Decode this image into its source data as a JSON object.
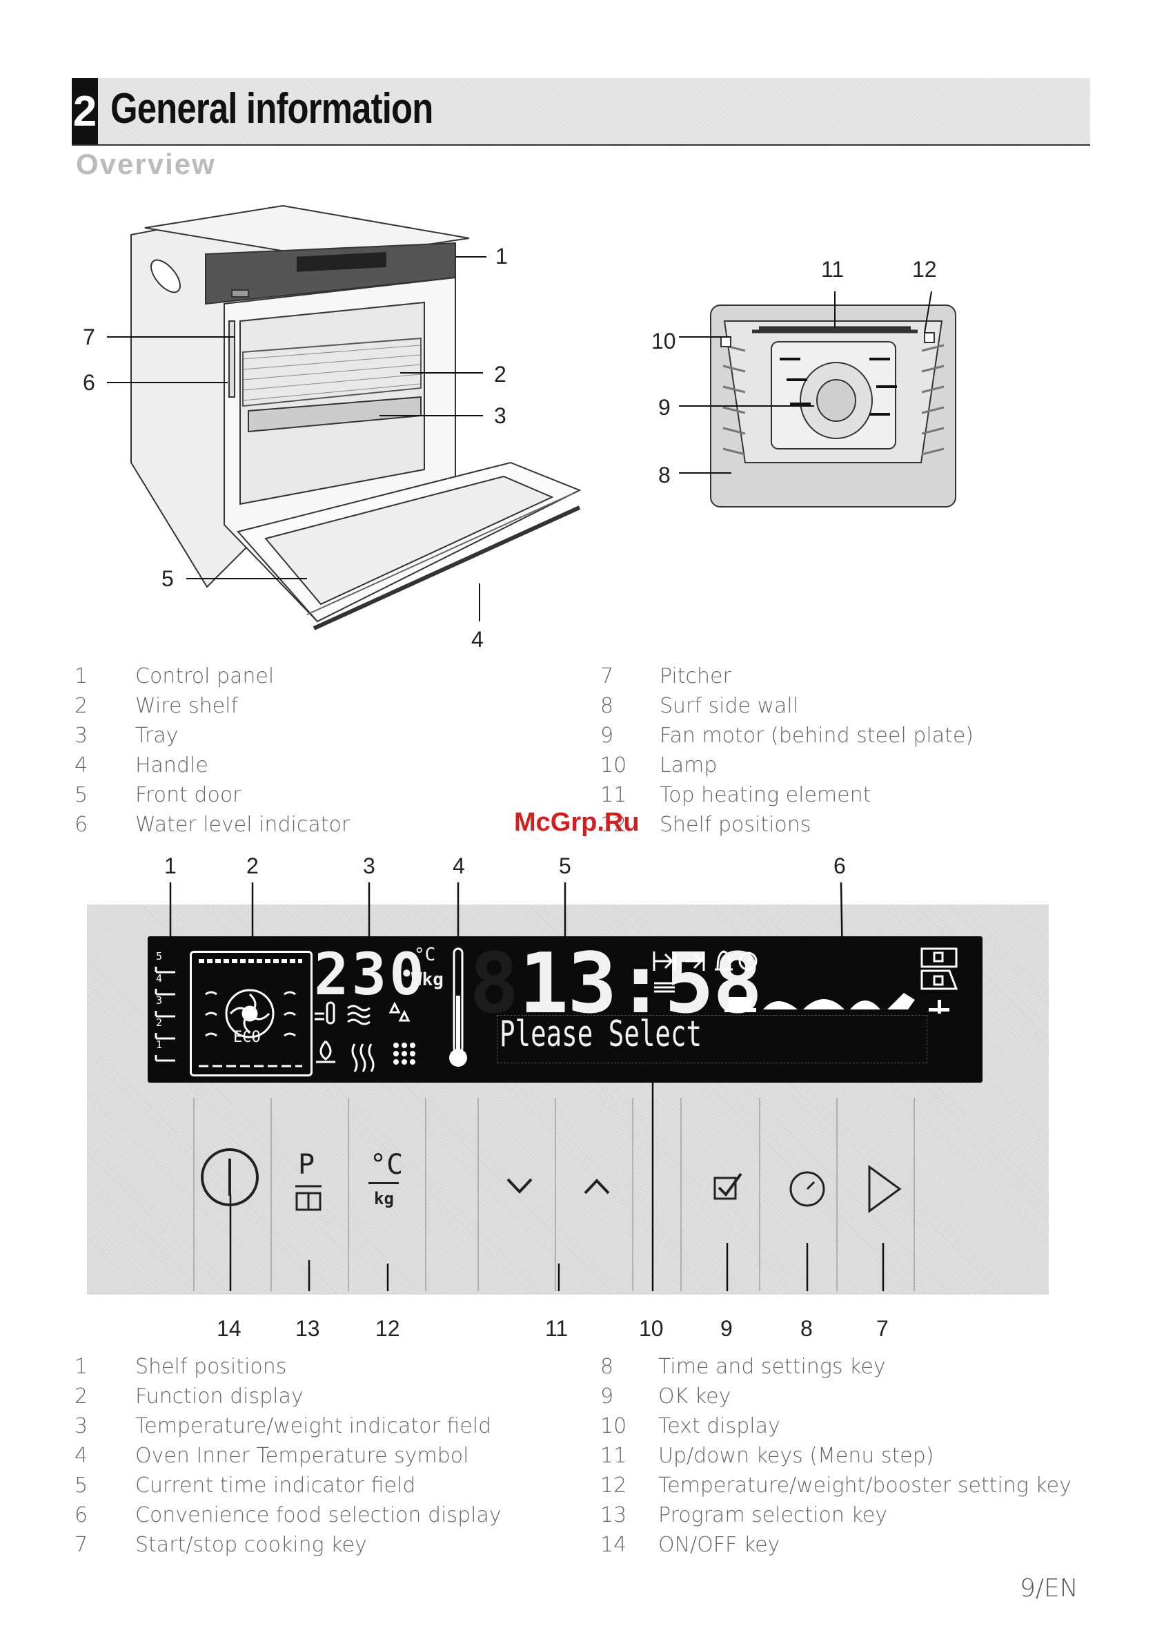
{
  "header": {
    "chapter_number": "2",
    "chapter_title": "General information",
    "section_title": "Overview"
  },
  "figure1": {
    "callouts": [
      "1",
      "2",
      "3",
      "4",
      "5",
      "6",
      "7"
    ]
  },
  "figure2": {
    "callouts": [
      "8",
      "9",
      "10",
      "11",
      "12"
    ]
  },
  "legend1": {
    "left": [
      {
        "num": "1",
        "text": "Control panel"
      },
      {
        "num": "2",
        "text": "Wire shelf"
      },
      {
        "num": "3",
        "text": "Tray"
      },
      {
        "num": "4",
        "text": "Handle"
      },
      {
        "num": "5",
        "text": "Front door"
      },
      {
        "num": "6",
        "text": "Water level indicator"
      }
    ],
    "right": [
      {
        "num": "7",
        "text": "Pitcher"
      },
      {
        "num": "8",
        "text": "Surf side wall"
      },
      {
        "num": "9",
        "text": "Fan motor (behind steel plate)"
      },
      {
        "num": "10",
        "text": "Lamp"
      },
      {
        "num": "11",
        "text": "Top heating element"
      },
      {
        "num": "12",
        "text": "Shelf positions"
      }
    ]
  },
  "watermark": "McGrp.Ru",
  "panel_figure": {
    "top_callouts": [
      "1",
      "2",
      "3",
      "4",
      "5",
      "6"
    ],
    "bottom_callouts": [
      "14",
      "13",
      "12",
      "11",
      "10",
      "9",
      "8",
      "7"
    ],
    "display": {
      "temperature": "230",
      "temp_unit": "°C",
      "weight_unit": "Wkg",
      "time": "13:58",
      "text": "Please Select",
      "eco": "ECO",
      "shelf_levels": [
        "5",
        "4",
        "3",
        "2",
        "1"
      ]
    },
    "keys": {
      "program_letter": "P",
      "temp_unit": "°C",
      "weight_unit": "kg"
    }
  },
  "legend2": {
    "left": [
      {
        "num": "1",
        "text": "Shelf positions"
      },
      {
        "num": "2",
        "text": "Function display"
      },
      {
        "num": "3",
        "text": "Temperature/weight indicator field"
      },
      {
        "num": "4",
        "text": "Oven Inner Temperature symbol"
      },
      {
        "num": "5",
        "text": "Current time indicator field"
      },
      {
        "num": "6",
        "text": "Convenience food selection display"
      },
      {
        "num": "7",
        "text": "Start/stop cooking key"
      }
    ],
    "right": [
      {
        "num": "8",
        "text": "Time and settings key"
      },
      {
        "num": "9",
        "text": "OK key"
      },
      {
        "num": "10",
        "text": "Text display"
      },
      {
        "num": "11",
        "text": "Up/down keys (Menu step)"
      },
      {
        "num": "12",
        "text": "Temperature/weight/booster setting key"
      },
      {
        "num": "13",
        "text": "Program selection key"
      },
      {
        "num": "14",
        "text": "ON/OFF key"
      }
    ]
  },
  "page_number": "9/EN"
}
